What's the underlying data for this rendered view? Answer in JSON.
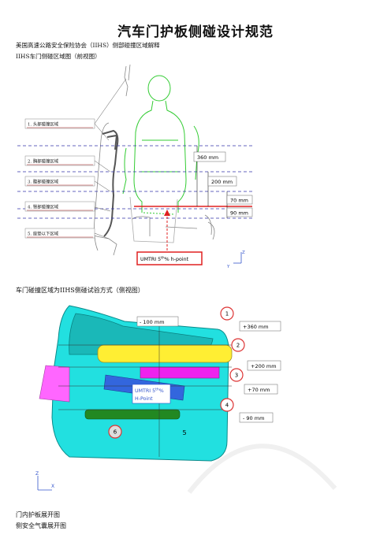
{
  "doc": {
    "title": "汽车门护板侧碰设计规范",
    "line1": "美国高速公路安全保险协会（IIHS）侧部碰撞区域解释",
    "line2": "IIHS车门侧碰区域图（前视图）",
    "section2": "车门碰撞区域为IIHS侧碰试验方式（侧视图）",
    "foot1": "门内护板展开图",
    "foot2": "侧安全气囊展开图"
  },
  "figure1": {
    "zones": [
      "1. 头部碰撞区域",
      "2. 胸部碰撞区域",
      "3. 腹部碰撞区域",
      "4. 臀部碰撞区域",
      "5. 座垫以下区域"
    ],
    "dims": [
      "360 mm",
      "200 mm",
      "70 mm",
      "90 mm"
    ],
    "hpoint_prefix": "UMTRI 5",
    "hpoint_sup": "th",
    "hpoint_suffix": "% h-point",
    "axis_z": "Z",
    "axis_y": "Y",
    "colors": {
      "zone_line": "#3333aa",
      "h_line": "#e02020",
      "dummy": "#33cc33",
      "label_underline": "#aa2222"
    }
  },
  "figure2": {
    "dims": [
      "- 100 mm",
      "+360 mm",
      "+200 mm",
      "+70 mm",
      "- 90 mm"
    ],
    "zones": [
      "1",
      "2",
      "3",
      "4",
      "5",
      "6"
    ],
    "hpoint_prefix": "UMTRI 5",
    "hpoint_sup": "th",
    "hpoint_suffix": "%",
    "hpoint_line2": "H-Point",
    "axis_z": "Z",
    "axis_x": "X",
    "colors": {
      "door_panel": "#22e0e0",
      "circle": "#dd3333",
      "magenta": "#ee22ee",
      "yellow": "#ffee33",
      "green": "#228822",
      "pink": "#ff66ff"
    }
  }
}
